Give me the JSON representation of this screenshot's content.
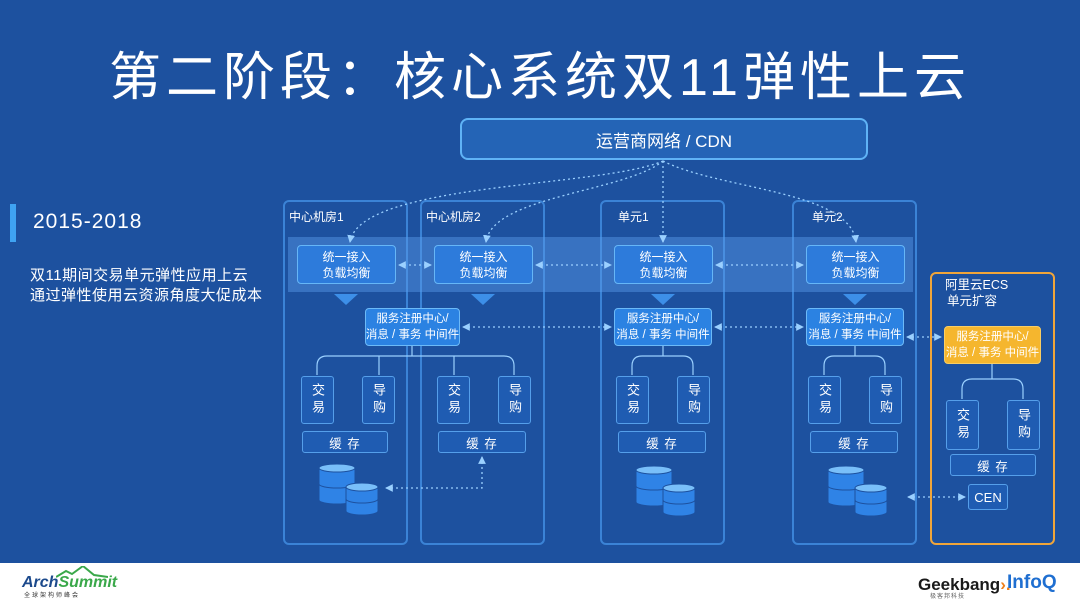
{
  "slide": {
    "title": "第二阶段：核心系统双11弹性上云",
    "period": "2015-2018",
    "description": [
      "双11期间交易单元弹性应用上云",
      "通过弹性使用云资源角度大促成本"
    ]
  },
  "diagram": {
    "cdn": "运营商网络 / CDN",
    "columns": [
      {
        "name": "中心机房1"
      },
      {
        "name": "中心机房2"
      },
      {
        "name": "单元1"
      },
      {
        "name": "单元2"
      }
    ],
    "load_balancer": {
      "line1": "统一接入",
      "line2": "负载均衡"
    },
    "service_center": {
      "line1": "服务注册中心/",
      "line2": "消息 / 事务 中间件"
    },
    "trade": "交易",
    "shopping_guide": "导购",
    "cache": "缓 存",
    "cloud_unit": {
      "title": "阿里云ECS",
      "subtitle": "单元扩容",
      "network": "CEN"
    },
    "icons": {
      "database": "database-icon",
      "flow_marker": "triangle-down-icon"
    }
  },
  "footer": {
    "left_logo": {
      "part1": "Arch",
      "part2": "Summit",
      "tagline": "全球架构师峰会"
    },
    "right_logos": {
      "geekbang": "Geekbang",
      "geekbang_tagline": "极客邦科技",
      "infoq": "InfoQ"
    }
  },
  "colors": {
    "background": "#1d519f",
    "accent_bar": "#3fa3f2",
    "cloud_border": "#f0a53a",
    "cloud_service": "#f5b62e"
  }
}
